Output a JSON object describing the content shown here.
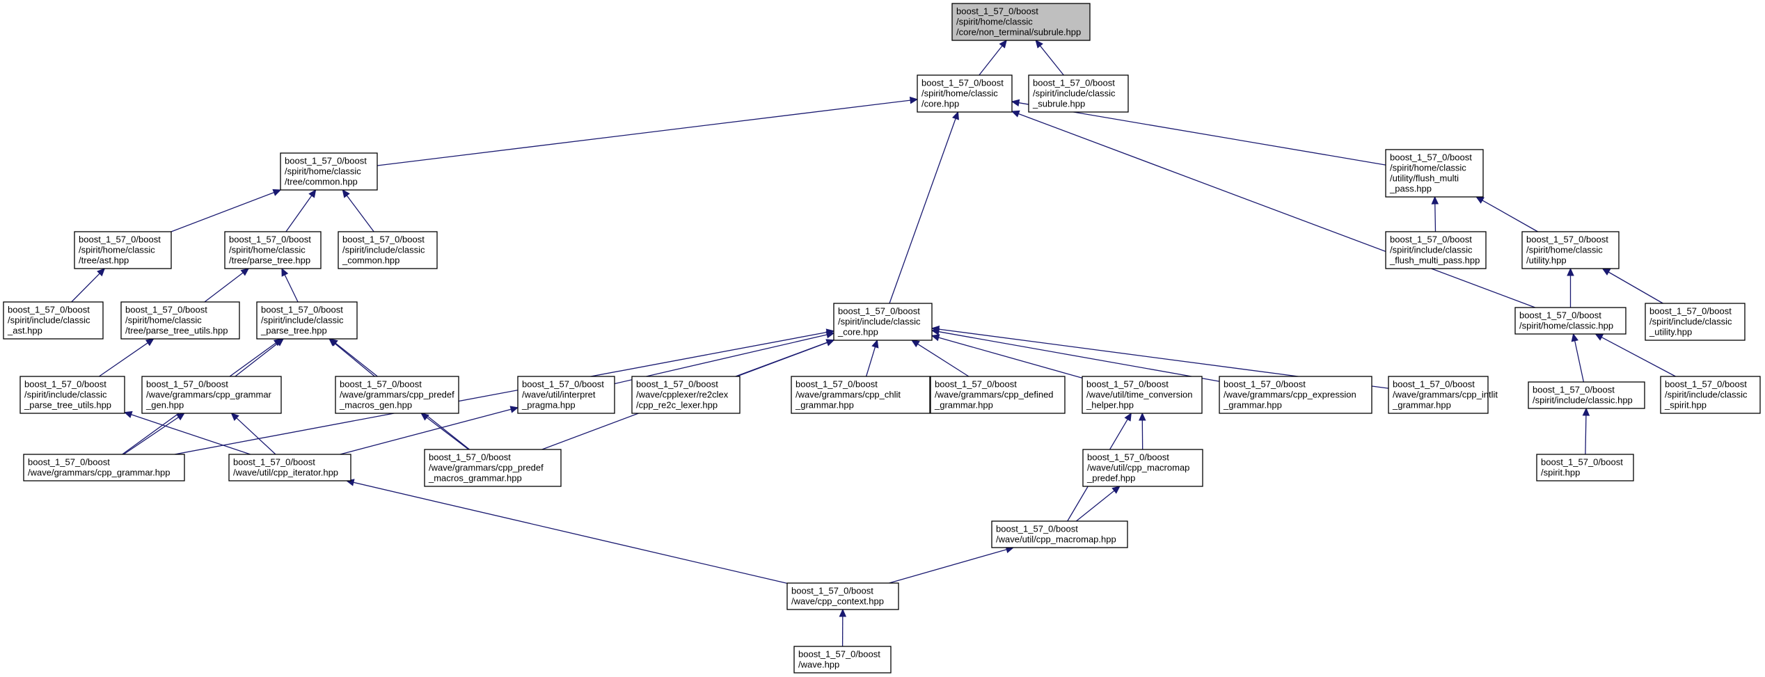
{
  "graph": {
    "nodes": [
      {
        "id": "subrule",
        "lines": [
          "boost_1_57_0/boost",
          "/spirit/home/classic",
          "/core/non_terminal/subrule.hpp"
        ],
        "root": true
      },
      {
        "id": "core",
        "lines": [
          "boost_1_57_0/boost",
          "/spirit/home/classic",
          "/core.hpp"
        ]
      },
      {
        "id": "inc_subrule",
        "lines": [
          "boost_1_57_0/boost",
          "/spirit/include/classic",
          "_subrule.hpp"
        ]
      },
      {
        "id": "tree_common",
        "lines": [
          "boost_1_57_0/boost",
          "/spirit/home/classic",
          "/tree/common.hpp"
        ]
      },
      {
        "id": "flush_multi",
        "lines": [
          "boost_1_57_0/boost",
          "/spirit/home/classic",
          "/utility/flush_multi",
          "_pass.hpp"
        ]
      },
      {
        "id": "tree_ast",
        "lines": [
          "boost_1_57_0/boost",
          "/spirit/home/classic",
          "/tree/ast.hpp"
        ]
      },
      {
        "id": "parse_tree",
        "lines": [
          "boost_1_57_0/boost",
          "/spirit/home/classic",
          "/tree/parse_tree.hpp"
        ]
      },
      {
        "id": "inc_common",
        "lines": [
          "boost_1_57_0/boost",
          "/spirit/include/classic",
          "_common.hpp"
        ]
      },
      {
        "id": "inc_flush",
        "lines": [
          "boost_1_57_0/boost",
          "/spirit/include/classic",
          "_flush_multi_pass.hpp"
        ]
      },
      {
        "id": "utility",
        "lines": [
          "boost_1_57_0/boost",
          "/spirit/home/classic",
          "/utility.hpp"
        ]
      },
      {
        "id": "inc_ast",
        "lines": [
          "boost_1_57_0/boost",
          "/spirit/include/classic",
          "_ast.hpp"
        ]
      },
      {
        "id": "parse_tree_utils",
        "lines": [
          "boost_1_57_0/boost",
          "/spirit/home/classic",
          "/tree/parse_tree_utils.hpp"
        ]
      },
      {
        "id": "inc_parse_tree",
        "lines": [
          "boost_1_57_0/boost",
          "/spirit/include/classic",
          "_parse_tree.hpp"
        ]
      },
      {
        "id": "inc_core",
        "lines": [
          "boost_1_57_0/boost",
          "/spirit/include/classic",
          "_core.hpp"
        ]
      },
      {
        "id": "classic",
        "lines": [
          "boost_1_57_0/boost",
          "/spirit/home/classic.hpp"
        ]
      },
      {
        "id": "inc_utility",
        "lines": [
          "boost_1_57_0/boost",
          "/spirit/include/classic",
          "_utility.hpp"
        ]
      },
      {
        "id": "inc_ptu",
        "lines": [
          "boost_1_57_0/boost",
          "/spirit/include/classic",
          "_parse_tree_utils.hpp"
        ]
      },
      {
        "id": "grammar_gen",
        "lines": [
          "boost_1_57_0/boost",
          "/wave/grammars/cpp_grammar",
          "_gen.hpp"
        ]
      },
      {
        "id": "predef_gen",
        "lines": [
          "boost_1_57_0/boost",
          "/wave/grammars/cpp_predef",
          "_macros_gen.hpp"
        ]
      },
      {
        "id": "interpret",
        "lines": [
          "boost_1_57_0/boost",
          "/wave/util/interpret",
          "_pragma.hpp"
        ]
      },
      {
        "id": "re2c",
        "lines": [
          "boost_1_57_0/boost",
          "/wave/cpplexer/re2clex",
          "/cpp_re2c_lexer.hpp"
        ]
      },
      {
        "id": "chlit",
        "lines": [
          "boost_1_57_0/boost",
          "/wave/grammars/cpp_chlit",
          "_grammar.hpp"
        ]
      },
      {
        "id": "defined",
        "lines": [
          "boost_1_57_0/boost",
          "/wave/grammars/cpp_defined",
          "_grammar.hpp"
        ]
      },
      {
        "id": "time_conv",
        "lines": [
          "boost_1_57_0/boost",
          "/wave/util/time_conversion",
          "_helper.hpp"
        ]
      },
      {
        "id": "expression",
        "lines": [
          "boost_1_57_0/boost",
          "/wave/grammars/cpp_expression",
          "_grammar.hpp"
        ]
      },
      {
        "id": "intlit",
        "lines": [
          "boost_1_57_0/boost",
          "/wave/grammars/cpp_intlit",
          "_grammar.hpp"
        ]
      },
      {
        "id": "inc_classic",
        "lines": [
          "boost_1_57_0/boost",
          "/spirit/include/classic.hpp"
        ]
      },
      {
        "id": "inc_spirit",
        "lines": [
          "boost_1_57_0/boost",
          "/spirit/include/classic",
          "_spirit.hpp"
        ]
      },
      {
        "id": "cpp_grammar",
        "lines": [
          "boost_1_57_0/boost",
          "/wave/grammars/cpp_grammar.hpp"
        ]
      },
      {
        "id": "cpp_iterator",
        "lines": [
          "boost_1_57_0/boost",
          "/wave/util/cpp_iterator.hpp"
        ]
      },
      {
        "id": "predef_grammar",
        "lines": [
          "boost_1_57_0/boost",
          "/wave/grammars/cpp_predef",
          "_macros_grammar.hpp"
        ]
      },
      {
        "id": "macromap_predef",
        "lines": [
          "boost_1_57_0/boost",
          "/wave/util/cpp_macromap",
          "_predef.hpp"
        ]
      },
      {
        "id": "spirit",
        "lines": [
          "boost_1_57_0/boost",
          "/spirit.hpp"
        ]
      },
      {
        "id": "macromap",
        "lines": [
          "boost_1_57_0/boost",
          "/wave/util/cpp_macromap.hpp"
        ]
      },
      {
        "id": "cpp_context",
        "lines": [
          "boost_1_57_0/boost",
          "/wave/cpp_context.hpp"
        ]
      },
      {
        "id": "wave",
        "lines": [
          "boost_1_57_0/boost",
          "/wave.hpp"
        ]
      }
    ],
    "edges": [
      [
        "core",
        "subrule"
      ],
      [
        "inc_subrule",
        "subrule"
      ],
      [
        "tree_common",
        "core"
      ],
      [
        "flush_multi",
        "core"
      ],
      [
        "inc_core",
        "core"
      ],
      [
        "classic",
        "core"
      ],
      [
        "tree_ast",
        "tree_common"
      ],
      [
        "parse_tree",
        "tree_common"
      ],
      [
        "inc_common",
        "tree_common"
      ],
      [
        "inc_flush",
        "flush_multi"
      ],
      [
        "utility",
        "flush_multi"
      ],
      [
        "inc_ast",
        "tree_ast"
      ],
      [
        "parse_tree_utils",
        "parse_tree"
      ],
      [
        "inc_parse_tree",
        "parse_tree"
      ],
      [
        "classic",
        "utility"
      ],
      [
        "inc_utility",
        "utility"
      ],
      [
        "inc_ptu",
        "parse_tree_utils"
      ],
      [
        "cpp_grammar",
        "inc_parse_tree"
      ],
      [
        "grammar_gen",
        "inc_parse_tree"
      ],
      [
        "predef_gen",
        "inc_parse_tree"
      ],
      [
        "predef_grammar",
        "inc_parse_tree"
      ],
      [
        "cpp_grammar",
        "inc_core"
      ],
      [
        "interpret",
        "inc_core"
      ],
      [
        "re2c",
        "inc_core"
      ],
      [
        "chlit",
        "inc_core"
      ],
      [
        "defined",
        "inc_core"
      ],
      [
        "time_conv",
        "inc_core"
      ],
      [
        "expression",
        "inc_core"
      ],
      [
        "intlit",
        "inc_core"
      ],
      [
        "predef_grammar",
        "inc_core"
      ],
      [
        "inc_classic",
        "classic"
      ],
      [
        "inc_spirit",
        "classic"
      ],
      [
        "cpp_iterator",
        "inc_ptu"
      ],
      [
        "cpp_grammar",
        "grammar_gen"
      ],
      [
        "cpp_iterator",
        "grammar_gen"
      ],
      [
        "predef_grammar",
        "predef_gen"
      ],
      [
        "cpp_iterator",
        "interpret"
      ],
      [
        "macromap_predef",
        "time_conv"
      ],
      [
        "macromap",
        "time_conv"
      ],
      [
        "spirit",
        "inc_classic"
      ],
      [
        "cpp_context",
        "cpp_iterator"
      ],
      [
        "macromap",
        "macromap_predef"
      ],
      [
        "cpp_context",
        "macromap"
      ],
      [
        "wave",
        "cpp_context"
      ]
    ]
  }
}
